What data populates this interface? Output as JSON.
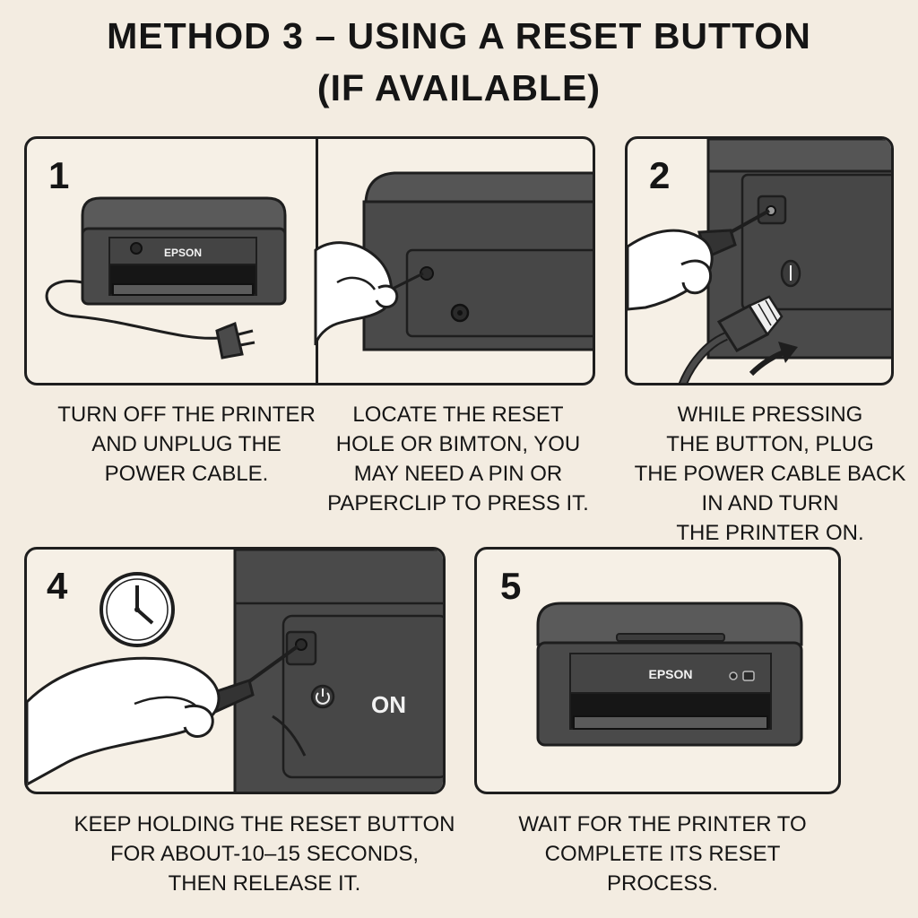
{
  "title": {
    "line1": "METHOD 3 – USING A RESET BUTTON",
    "line2": "(IF AVAILABLE)"
  },
  "steps": [
    {
      "number": "1",
      "caption": [
        "TURN OFF THE PRINTER",
        "AND UNPLUG THE",
        "POWER CABLE."
      ],
      "brand_label": "EPSON"
    },
    {
      "number": "",
      "caption": [
        "LOCATE THE RESET",
        "HOLE OR BIMTON, YOU",
        "MAY NEED A PIN OR",
        "PAPERCLIP TO PRESS IT."
      ]
    },
    {
      "number": "2",
      "caption": [
        "WHILE PRESSING",
        "THE BUTTON, PLUG",
        "THE POWER CABLE BACK",
        "IN AND TURN",
        "THE PRINTER ON."
      ]
    },
    {
      "number": "4",
      "caption": [
        "KEEP HOLDING THE RESET BUTTON",
        "FOR ABOUT-10–15 SECONDS,",
        "THEN RELEASE IT."
      ],
      "on_label": "ON",
      "icons": [
        "clock-icon",
        "power-icon"
      ]
    },
    {
      "number": "5",
      "caption": [
        "WAIT FOR THE PRINTER TO",
        "COMPLETE ITS RESET",
        "PROCESS."
      ],
      "brand_label": "EPSON"
    }
  ],
  "colors": {
    "background": "#f3ece1",
    "printer_body": "#4a4a4a",
    "outline": "#1e1e1e",
    "skin": "#ffffff"
  }
}
